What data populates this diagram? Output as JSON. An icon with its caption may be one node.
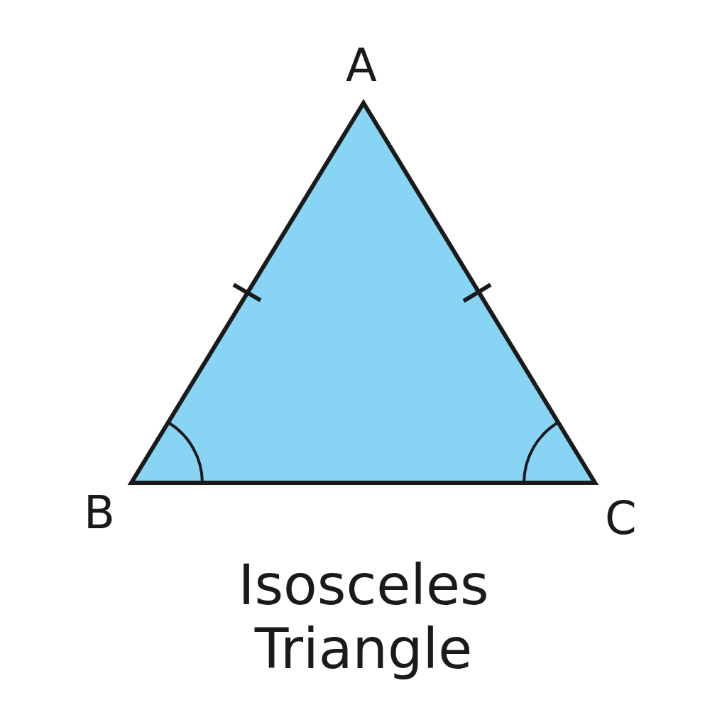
{
  "diagram": {
    "caption": "Isosceles Triangle",
    "labels": [
      "A",
      "B",
      "C"
    ]
  }
}
